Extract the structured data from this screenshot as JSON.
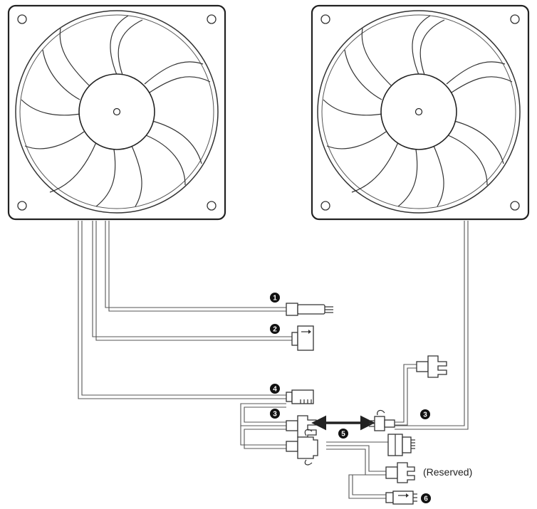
{
  "callouts": {
    "c1": "1",
    "c2": "2",
    "c3a": "3",
    "c3b": "3",
    "c4": "4",
    "c5": "5",
    "c6": "6"
  },
  "labels": {
    "reserved": "(Reserved)"
  }
}
